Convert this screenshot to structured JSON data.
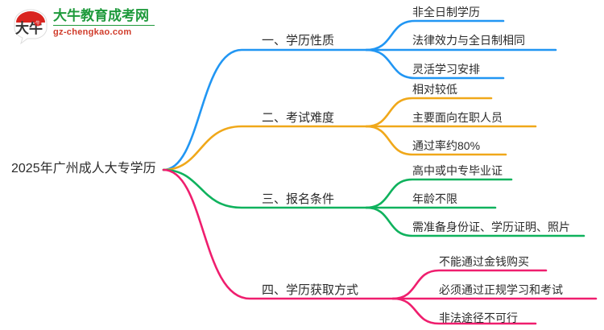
{
  "logo": {
    "mark_text": "大牛",
    "title": "大牛教育成考网",
    "domain": "gz-chengkao.com",
    "brand_green": "#1f9a3c",
    "brand_red": "#d03b2a"
  },
  "mindmap": {
    "root": {
      "label": "2025年广州成人大专学历"
    },
    "branches": [
      {
        "label": "一、学历性质",
        "color": "#2196f3",
        "children": [
          {
            "label": "非全日制学历"
          },
          {
            "label": "法律效力与全日制相同"
          },
          {
            "label": "灵活学习安排"
          }
        ]
      },
      {
        "label": "二、考试难度",
        "color": "#f0a81a",
        "children": [
          {
            "label": "相对较低"
          },
          {
            "label": "主要面向在职人员"
          },
          {
            "label": "通过率约80%"
          }
        ]
      },
      {
        "label": "三、报名条件",
        "color": "#0fb25d",
        "children": [
          {
            "label": "高中或中专毕业证"
          },
          {
            "label": "年龄不限"
          },
          {
            "label": "需准备身份证、学历证明、照片"
          }
        ]
      },
      {
        "label": "四、学历获取方式",
        "color": "#ef1e6e",
        "children": [
          {
            "label": "不能通过金钱购买"
          },
          {
            "label": "必须通过正规学习和考试"
          },
          {
            "label": "非法途径不可行"
          }
        ]
      }
    ]
  }
}
